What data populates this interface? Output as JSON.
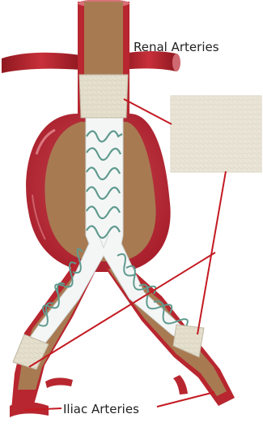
{
  "labels": {
    "renal": "Renal Arteries",
    "iliac": "Iliac Arteries"
  },
  "colors": {
    "artery": "#b5232e",
    "artery_highlight": "#e08088",
    "artery_shadow": "#8e1820",
    "aneurysm_sac": "#c43a45",
    "lumen": "#a87a52",
    "stent_graft": "#f4f6f6",
    "stent_wire": "#5f9a8e",
    "fabric": "#e6e0cf",
    "pointer_line": "#c41a22"
  },
  "icons": [
    "fabric-swatch"
  ]
}
